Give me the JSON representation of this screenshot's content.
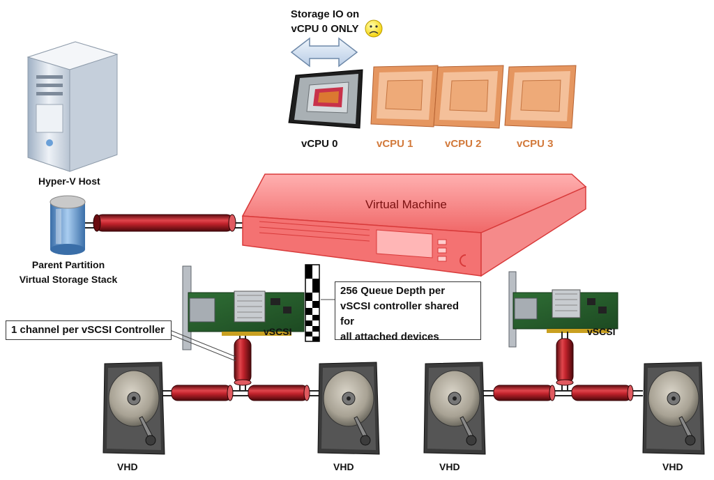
{
  "header": {
    "storage_io_line1": "Storage IO on",
    "storage_io_line2": "vCPU 0 ONLY"
  },
  "vcpus": [
    {
      "label": "vCPU 0",
      "active": true
    },
    {
      "label": "vCPU 1",
      "active": false
    },
    {
      "label": "vCPU 2",
      "active": false
    },
    {
      "label": "vCPU 3",
      "active": false
    }
  ],
  "host": {
    "label": "Hyper-V Host"
  },
  "storage_stack": {
    "line1": "Parent Partition",
    "line2": "Virtual Storage Stack"
  },
  "vm": {
    "label": "Virtual Machine"
  },
  "callouts": {
    "channel": "1 channel per vSCSI Controller",
    "queue_line1": "256 Queue Depth per",
    "queue_line2": "vSCSI controller shared for",
    "queue_line3": "all attached devices"
  },
  "controllers": [
    {
      "label": "vSCSI"
    },
    {
      "label": "vSCSI"
    }
  ],
  "disks": [
    {
      "label": "VHD"
    },
    {
      "label": "VHD"
    },
    {
      "label": "VHD"
    },
    {
      "label": "VHD"
    }
  ],
  "colors": {
    "pipe": "#c0222b",
    "vm": "#f25c5c",
    "active_cpu": "#b8c0c4",
    "inactive_cpu": "#e8a070",
    "inactive_label": "#d2793a",
    "arrow": "#c8d8ec"
  }
}
